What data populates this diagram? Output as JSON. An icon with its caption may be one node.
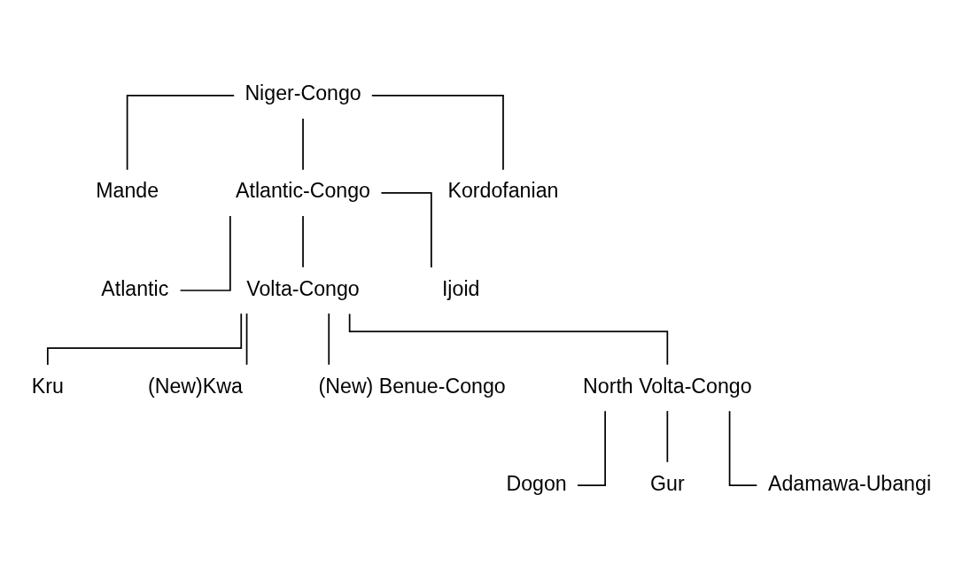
{
  "diagram": {
    "nodes": [
      {
        "text": [
          "Niger-Congo"
        ]
      },
      {
        "text": [
          "Mande"
        ]
      },
      {
        "text": [
          "Atlantic-Congo"
        ]
      },
      {
        "text": [
          "Kordofanian"
        ]
      },
      {
        "text": [
          "Atlantic"
        ]
      },
      {
        "text": [
          "Volta-Congo"
        ]
      },
      {
        "text": [
          "Ijoid"
        ]
      },
      {
        "text": [
          "Kru"
        ]
      },
      {
        "text": [
          "(New)Kwa"
        ]
      },
      {
        "text": [
          "(New) Benue-Congo"
        ]
      },
      {
        "text": [
          "North Volta-Congo"
        ]
      },
      {
        "text": [
          "Dogon"
        ]
      },
      {
        "text": [
          "Gur"
        ]
      },
      {
        "text": [
          "Adamawa-Ubangi"
        ]
      }
    ],
    "edges": [
      {
        "from": 0,
        "to": 1,
        "arrow": "none"
      },
      {
        "from": 0,
        "to": 2,
        "arrow": "none"
      },
      {
        "from": 0,
        "to": 3,
        "arrow": "none"
      },
      {
        "from": 2,
        "to": 4,
        "arrow": "none"
      },
      {
        "from": 2,
        "to": 5,
        "arrow": "none"
      },
      {
        "from": 2,
        "to": 6,
        "arrow": "none"
      },
      {
        "from": 5,
        "to": 7,
        "arrow": "none"
      },
      {
        "from": 5,
        "to": 8,
        "arrow": "none"
      },
      {
        "from": 5,
        "to": 9,
        "arrow": "none"
      },
      {
        "from": 5,
        "to": 10,
        "arrow": "none"
      },
      {
        "from": 10,
        "to": 11,
        "arrow": "none"
      },
      {
        "from": 10,
        "to": 12,
        "arrow": "none"
      },
      {
        "from": 10,
        "to": 13,
        "arrow": "none"
      }
    ]
  }
}
